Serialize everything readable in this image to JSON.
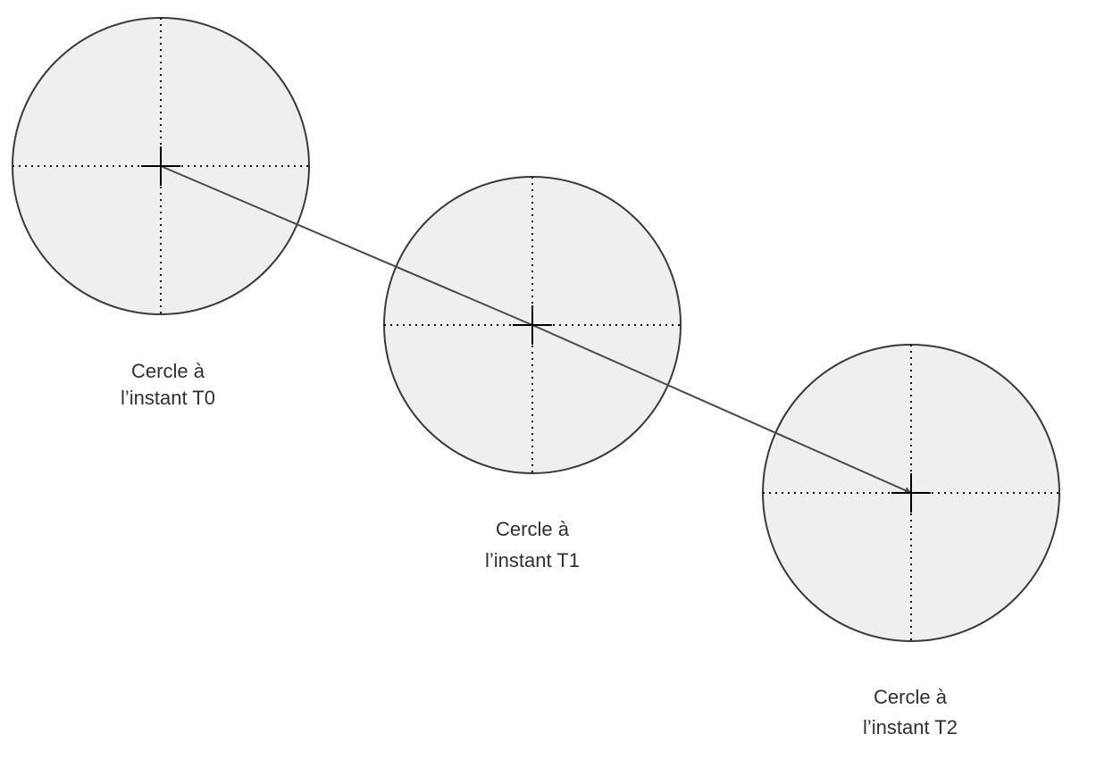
{
  "colors": {
    "circle_fill": "#efefef",
    "circle_stroke": "#3a3a3a",
    "guide_line": "#111111",
    "crosshair": "#000000",
    "motion_arrow": "#4a4a4a",
    "label_text": "#2f2f2f"
  },
  "circles": [
    {
      "label_line1": "Cercle à",
      "label_line2": "l’instant T0"
    },
    {
      "label_line1": "Cercle à",
      "label_line2": "l’instant T1"
    },
    {
      "label_line1": "Cercle à",
      "label_line2": "l’instant T2"
    }
  ],
  "arrow": {
    "icon": "arrowhead-icon"
  }
}
